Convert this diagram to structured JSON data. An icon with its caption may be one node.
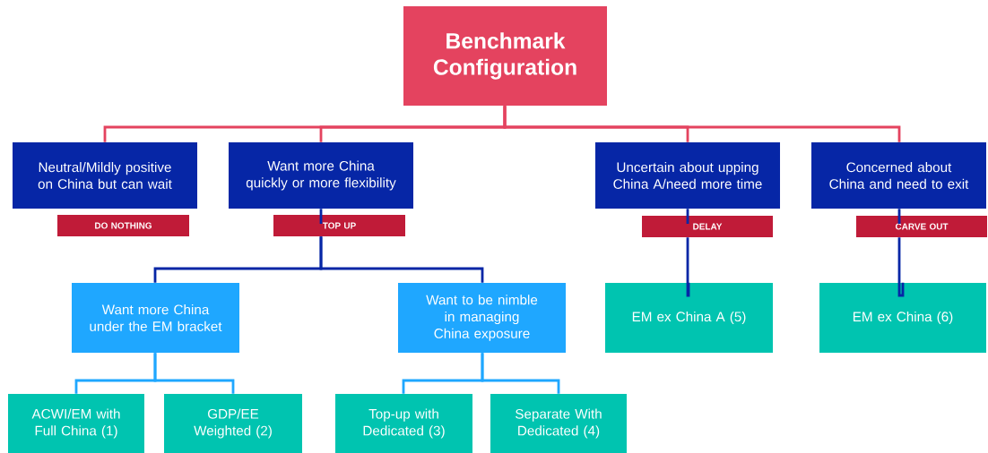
{
  "diagram": {
    "nodes": [
      {
        "text": [
          "Benchmark Configuration"
        ]
      },
      {
        "text": [
          "Neutral/Mildly positive on China but can wait"
        ]
      },
      {
        "text": [
          "Want more China quickly or more flexibility"
        ]
      },
      {
        "text": [
          "Uncertain about upping China A/need more time"
        ]
      },
      {
        "text": [
          "Concerned about China and need to exit"
        ]
      },
      {
        "text": [
          "DO NOTHING"
        ]
      },
      {
        "text": [
          "TOP UP"
        ]
      },
      {
        "text": [
          "DELAY"
        ]
      },
      {
        "text": [
          "CARVE OUT"
        ]
      },
      {
        "text": [
          "Want more China under the EM bracket"
        ]
      },
      {
        "text": [
          "Want to be nimble in managing China exposure"
        ]
      },
      {
        "text": [
          "EM ex China A (5)"
        ]
      },
      {
        "text": [
          "EM ex China (6)"
        ]
      },
      {
        "text": [
          "ACWI/EM with Full China (1)"
        ]
      },
      {
        "text": [
          "GDP/EE Weighted (2)"
        ]
      },
      {
        "text": [
          "Top-up with Dedicated (3)"
        ]
      },
      {
        "text": [
          "Separate With Dedicated (4)"
        ]
      }
    ],
    "edges": [
      {
        "from": 0,
        "to": 1,
        "arrow": "none",
        "color": "#e4435f"
      },
      {
        "from": 0,
        "to": 2,
        "arrow": "none",
        "color": "#e4435f"
      },
      {
        "from": 0,
        "to": 3,
        "arrow": "none",
        "color": "#e4435f"
      },
      {
        "from": 0,
        "to": 4,
        "arrow": "none",
        "color": "#e4435f"
      },
      {
        "from": 2,
        "to": 6,
        "arrow": "none"
      },
      {
        "from": 3,
        "to": 7,
        "arrow": "none"
      },
      {
        "from": 4,
        "to": 8,
        "arrow": "none"
      },
      {
        "from": 6,
        "to": 9,
        "arrow": "none"
      },
      {
        "from": 6,
        "to": 10,
        "arrow": "none"
      },
      {
        "from": 7,
        "to": 11,
        "arrow": "none"
      },
      {
        "from": 8,
        "to": 12,
        "arrow": "none"
      },
      {
        "from": 9,
        "to": 13,
        "arrow": "none",
        "color": "#1fa7ff"
      },
      {
        "from": 9,
        "to": 14,
        "arrow": "none",
        "color": "#1fa7ff"
      },
      {
        "from": 10,
        "to": 15,
        "arrow": "none",
        "color": "#1fa7ff"
      },
      {
        "from": 10,
        "to": 16,
        "arrow": "none",
        "color": "#1fa7ff"
      }
    ]
  }
}
